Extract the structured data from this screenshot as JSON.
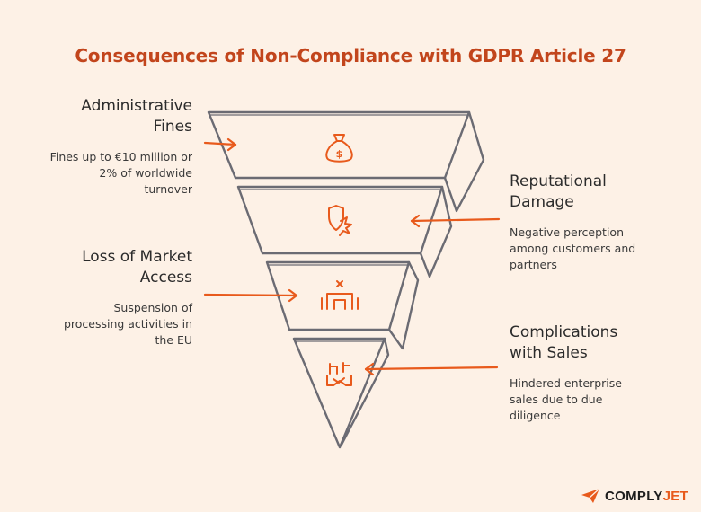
{
  "title": "Consequences of Non-Compliance with GDPR Article 27",
  "items": [
    {
      "heading_lines": [
        "Administrative",
        "Fines"
      ],
      "desc_lines": [
        "Fines up to €10 million or",
        "2% of worldwide",
        "turnover"
      ],
      "icon": "money-bag-icon"
    },
    {
      "heading_lines": [
        "Reputational",
        "Damage"
      ],
      "desc_lines": [
        "Negative perception",
        "among customers and",
        "partners"
      ],
      "icon": "broken-shield-icon"
    },
    {
      "heading_lines": [
        "Loss of Market",
        "Access"
      ],
      "desc_lines": [
        "Suspension of",
        "processing activities in",
        "the EU"
      ],
      "icon": "blocked-building-icon"
    },
    {
      "heading_lines": [
        "Complications",
        "with Sales"
      ],
      "desc_lines": [
        "Hindered enterprise",
        "sales due to due",
        "diligence"
      ],
      "icon": "handshake-icon"
    }
  ],
  "brand": {
    "part1": "COMPLY",
    "part2": "JET"
  },
  "colors": {
    "title": "#c2451c",
    "accent": "#e85a1c",
    "stroke": "#6b6b73",
    "background": "#fdf1e6"
  }
}
